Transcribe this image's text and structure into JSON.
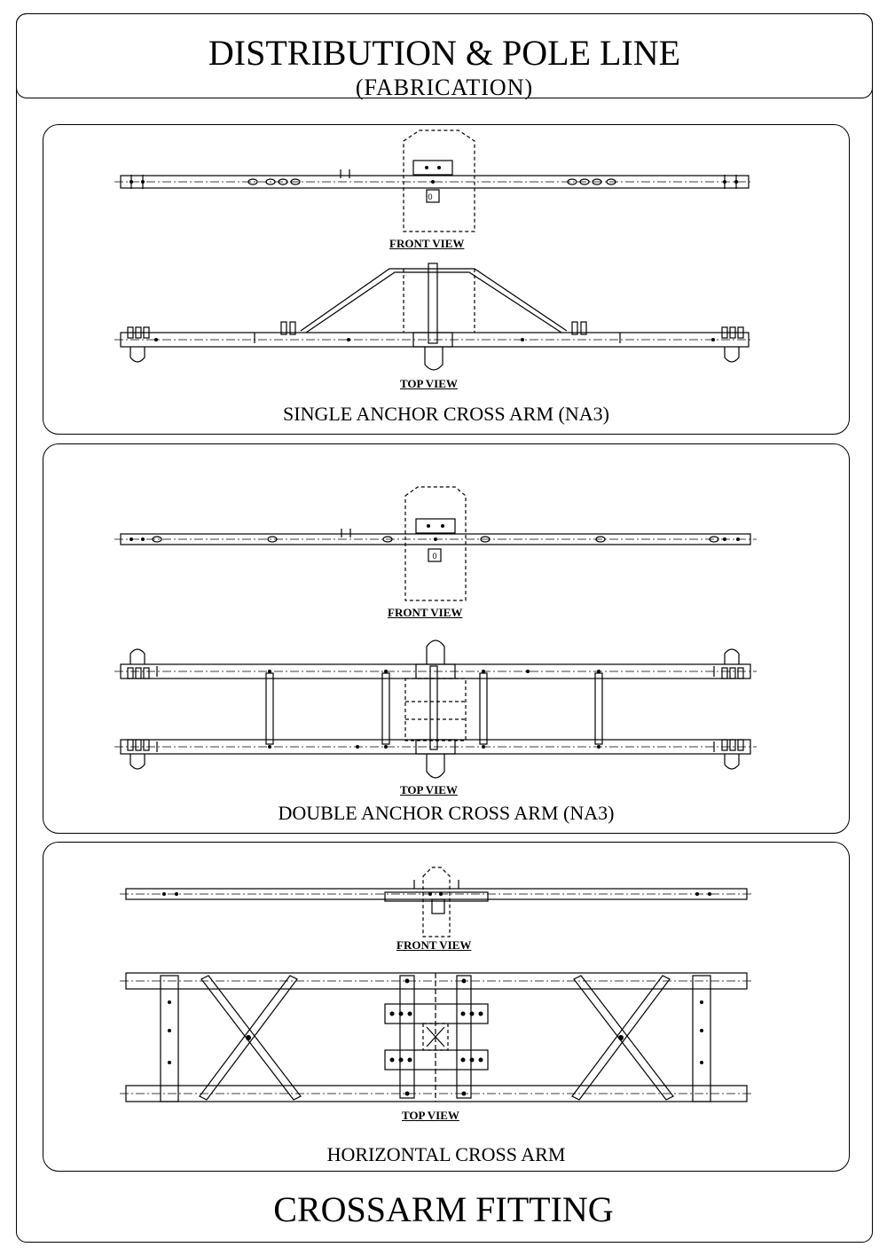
{
  "header": {
    "title": "DISTRIBUTION & POLE LINE",
    "subtitle": "(FABRICATION)"
  },
  "panels": [
    {
      "front_label": "FRONT VIEW",
      "top_label": "TOP VIEW",
      "title": "SINGLE ANCHOR CROSS ARM (NA3)",
      "plate_mark": "0"
    },
    {
      "front_label": "FRONT VIEW",
      "top_label": "TOP VIEW",
      "title": "DOUBLE ANCHOR CROSS ARM (NA3)",
      "plate_mark": "0"
    },
    {
      "front_label": "FRONT VIEW",
      "top_label": "TOP VIEW",
      "title": "HORIZONTAL CROSS ARM"
    }
  ],
  "footer": {
    "title": "CROSSARM FITTING"
  }
}
